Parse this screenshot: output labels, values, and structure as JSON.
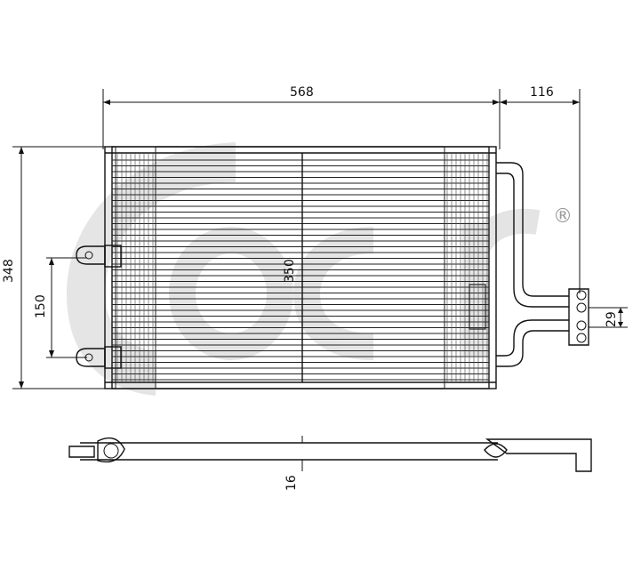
{
  "diagram": {
    "logo_text": "acr",
    "registered_mark": "®",
    "dimensions": {
      "width_core": "568",
      "side_offset": "116",
      "height_total": "348",
      "height_core": "350",
      "bracket_spacing": "150",
      "port_spacing": "29",
      "thickness": "16"
    }
  }
}
